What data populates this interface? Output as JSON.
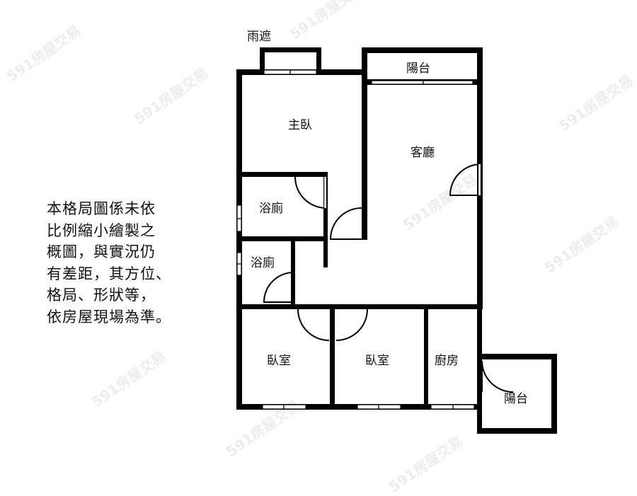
{
  "labels": {
    "canopy": "雨遮",
    "balcony_top": "陽台",
    "master_bedroom": "主臥",
    "living_room": "客廳",
    "bathroom_1": "浴廁",
    "bathroom_2": "浴廁",
    "bedroom_1": "臥室",
    "bedroom_2": "臥室",
    "kitchen": "廚房",
    "balcony_bottom": "陽台"
  },
  "disclaimer": {
    "lines": [
      "本格局圖係未依",
      "比例縮小繪製之",
      "概圖，與實況仍",
      "有差距，其方位、",
      "格局、形狀等，",
      "依房屋現場為準。"
    ]
  },
  "watermark": "591房屋交易",
  "colors": {
    "wall": "#000000",
    "window": "#ffffff",
    "background": "#ffffff"
  }
}
